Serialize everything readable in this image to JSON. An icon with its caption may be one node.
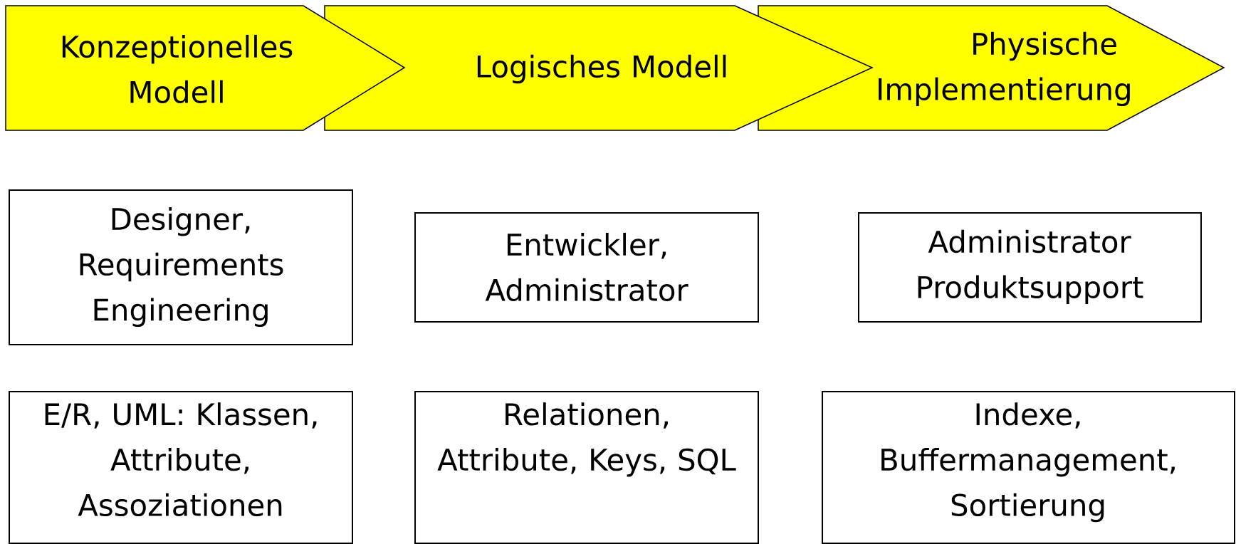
{
  "diagram": {
    "nodes": [
      {
        "text": [
          "Konzeptionelles Modell"
        ]
      },
      {
        "text": [
          "Logisches Modell"
        ]
      },
      {
        "text": [
          "Physische Implementierung"
        ]
      },
      {
        "text": [
          "Designer, Requirements Engineering"
        ]
      },
      {
        "text": [
          "Entwickler, Administrator"
        ]
      },
      {
        "text": [
          "Administrator Produktsupport"
        ]
      },
      {
        "text": [
          "E/R, UML: Klassen, Attribute, Assoziationen"
        ]
      },
      {
        "text": [
          "Relationen, Attribute, Keys, SQL"
        ]
      },
      {
        "text": [
          "Indexe, Buffermanagement, Sortierung"
        ]
      }
    ]
  }
}
